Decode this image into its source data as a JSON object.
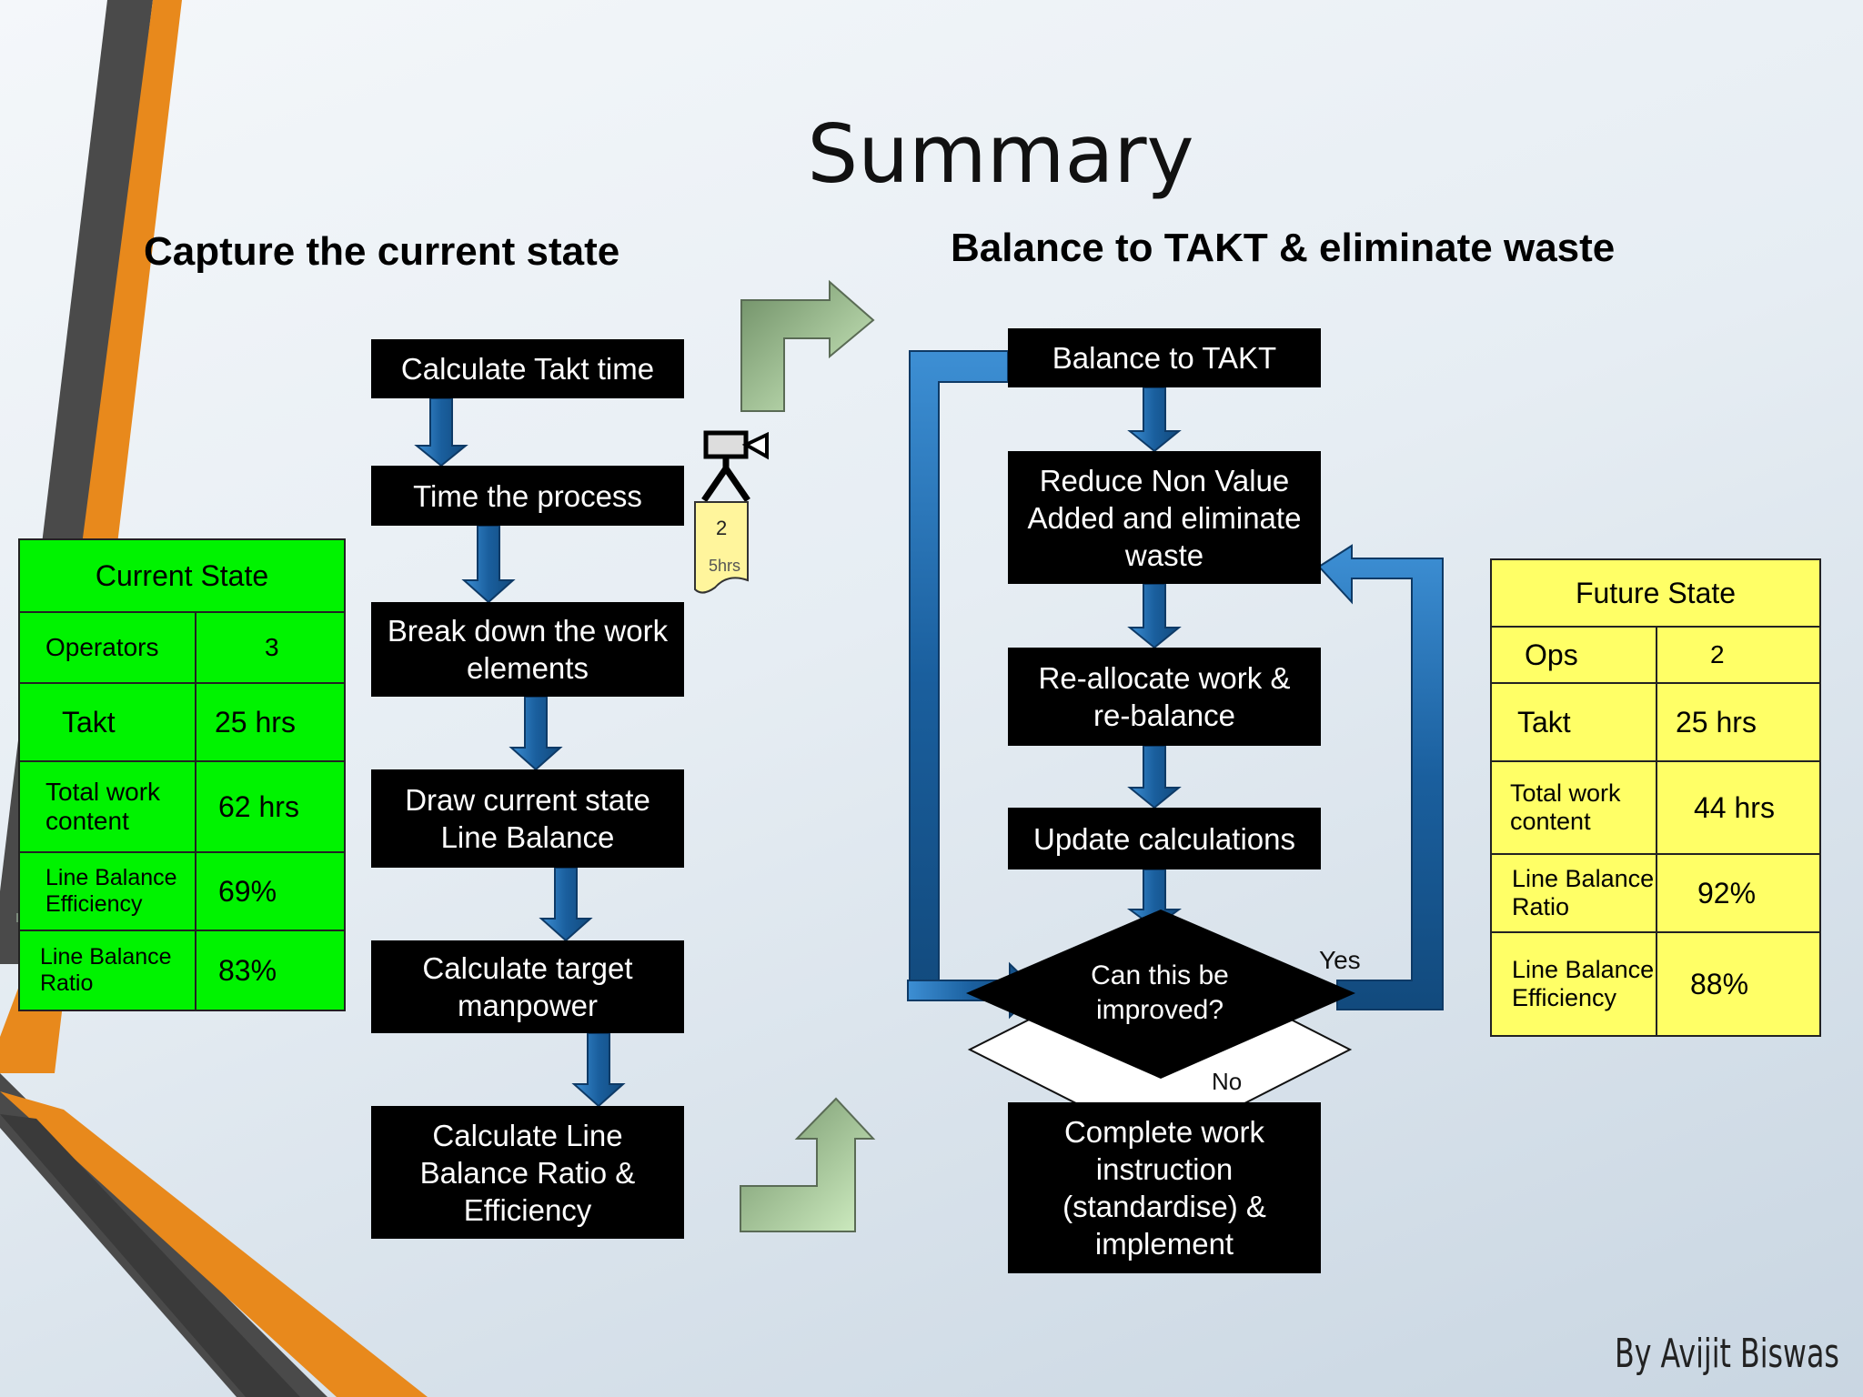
{
  "title": "Summary",
  "left_heading": "Capture the current state",
  "right_heading": "Balance to TAKT & eliminate waste",
  "left_steps": [
    "Calculate Takt time",
    "Time the process",
    "Break down the work elements",
    "Draw current state Line Balance",
    "Calculate target manpower",
    "Calculate Line Balance Ratio & Efficiency"
  ],
  "right_steps": [
    "Balance to TAKT",
    "Reduce Non Value Added and eliminate waste",
    "Re-allocate work & re-balance",
    "Update calculations"
  ],
  "decision": {
    "text": "Can this be improved?",
    "yes": "Yes",
    "no": "No"
  },
  "final_step": "Complete work instruction (standardise) & implement",
  "timing_doc": {
    "number": "2",
    "duration": "5hrs"
  },
  "current_state": {
    "heading": "Current State",
    "rows": [
      {
        "label": "Operators",
        "value": "3"
      },
      {
        "label": "Takt",
        "value": "25 hrs"
      },
      {
        "label": "Total work content",
        "value": "62 hrs"
      },
      {
        "label": "Line Balance Efficiency",
        "value": "69%"
      },
      {
        "label": "Line Balance Ratio",
        "value": "83%"
      }
    ]
  },
  "future_state": {
    "heading": "Future State",
    "rows": [
      {
        "label": "Ops",
        "value": "2"
      },
      {
        "label": "Takt",
        "value": "25 hrs"
      },
      {
        "label": "Total work content",
        "value": "44 hrs"
      },
      {
        "label": "Line Balance Ratio",
        "value": "92%"
      },
      {
        "label": "Line Balance Efficiency",
        "value": "88%"
      }
    ]
  },
  "author": "By Avijit Biswas",
  "colors": {
    "step_box": "#000000",
    "arrow_blue": "#1f6fb0",
    "current_state_fill": "#00f300",
    "future_state_fill": "#ffff66",
    "stripe_orange": "#e8891c",
    "stripe_gray": "#4a4a4a",
    "green_arrow": "#a9cc98"
  }
}
